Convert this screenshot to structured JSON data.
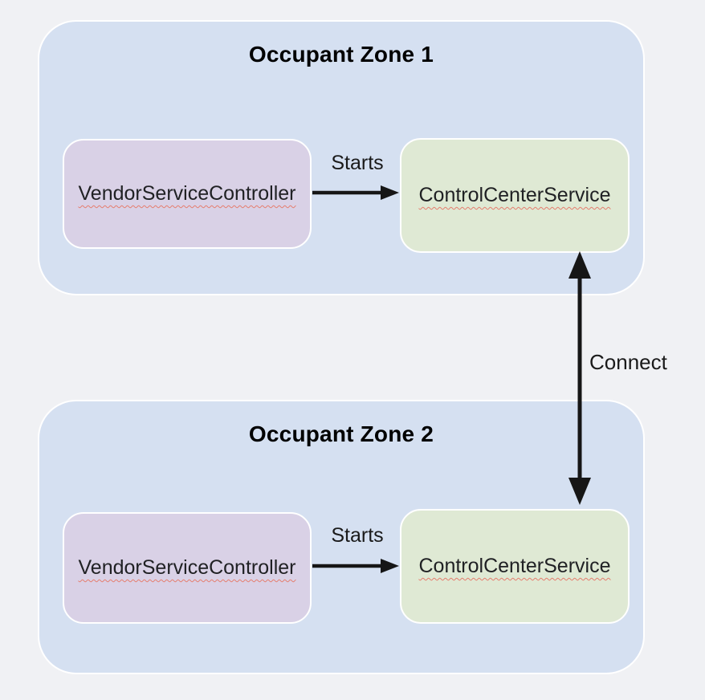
{
  "colors": {
    "bg": "#f0f1f4",
    "zone_fill": "#d5e0f1",
    "zone_border": "#ffffff",
    "vendor_fill": "#d9d1e6",
    "control_fill": "#dfe9d4",
    "node_border": "#ffffff",
    "arrow": "#161616",
    "title_text": "#000000",
    "node_text": "#202124",
    "label_text": "#1a1a1a",
    "spellcheck_underline": "#e57d6e"
  },
  "zone1": {
    "title": "Occupant Zone 1",
    "vendor_label": "VendorServiceController",
    "control_label": "ControlCenterService",
    "edge_label": "Starts"
  },
  "zone2": {
    "title": "Occupant Zone 2",
    "vendor_label": "VendorServiceController",
    "control_label": "ControlCenterService",
    "edge_label": "Starts"
  },
  "connect": {
    "label": "Connect"
  }
}
